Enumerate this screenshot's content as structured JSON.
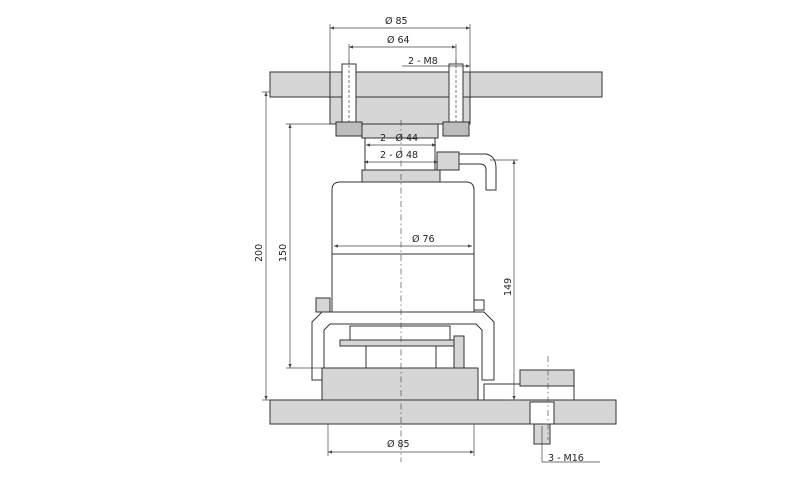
{
  "dimensions": {
    "top_flange_dia": "Ø 85",
    "bolt_circle_dia": "Ø 64",
    "top_thread": "2 - M8",
    "spigot_small_dia": "2 - Ø 44",
    "spigot_large_dia": "2 - Ø 48",
    "body_dia": "Ø 76",
    "total_height": "200",
    "body_height": "150",
    "right_height": "149",
    "base_dia": "Ø 85",
    "base_thread": "3 - M16"
  },
  "colors": {
    "part_fill": "#d6d6d6",
    "line": "#333333"
  }
}
